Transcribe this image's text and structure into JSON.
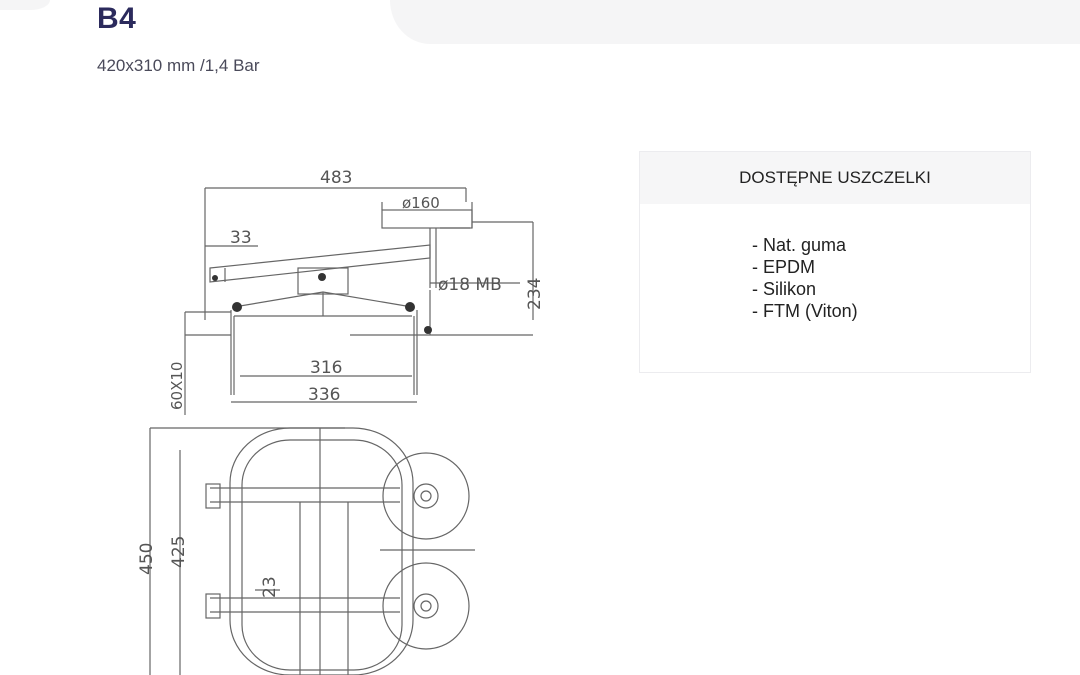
{
  "header": {
    "title": "B4",
    "subtitle": "420x310 mm /1,4 Bar"
  },
  "drawing": {
    "dim_width_total": "483",
    "dim_handwheel": "ø160",
    "dim_offset": "33",
    "dim_bolt": "ø18 MB",
    "dim_height": "234",
    "dim_inner": "316",
    "dim_outer": "336",
    "dim_flange": "60X10",
    "dim_length_total": "450",
    "dim_length_inner": "425",
    "dim_small": "23"
  },
  "seals_panel": {
    "heading": "DOSTĘPNE USZCZELKI",
    "items": [
      "- Nat. guma",
      "- EPDM",
      "- Silikon",
      "- FTM (Viton)"
    ]
  },
  "colors": {
    "title": "#2b2a5c",
    "band": "#f5f5f6",
    "line": "#666666"
  }
}
